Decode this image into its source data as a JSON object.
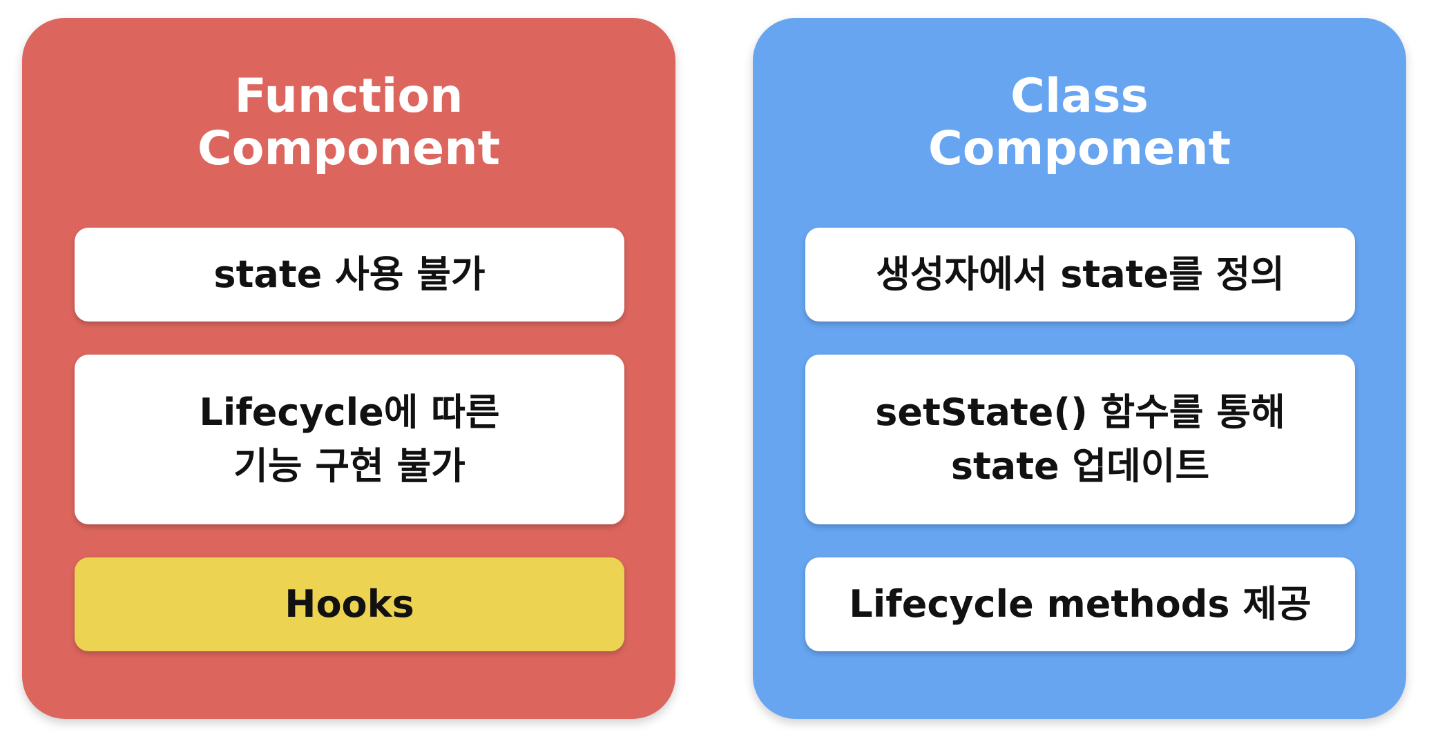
{
  "colors": {
    "function_panel": "#DC665E",
    "class_panel": "#67A5F1",
    "card_default": "#FFFFFF",
    "card_highlight": "#EDD352",
    "title_text": "#FFFFFF",
    "card_text": "#111111"
  },
  "function_component": {
    "title_line1": "Function",
    "title_line2": "Component",
    "cards": [
      {
        "lines": [
          "state 사용 불가"
        ],
        "highlight": false
      },
      {
        "lines": [
          "Lifecycle에 따른",
          "기능 구현 불가"
        ],
        "highlight": false
      },
      {
        "lines": [
          "Hooks"
        ],
        "highlight": true
      }
    ]
  },
  "class_component": {
    "title_line1": "Class",
    "title_line2": "Component",
    "cards": [
      {
        "lines": [
          "생성자에서 state를 정의"
        ],
        "highlight": false
      },
      {
        "lines": [
          "setState() 함수를 통해",
          "state 업데이트"
        ],
        "highlight": false
      },
      {
        "lines": [
          "Lifecycle methods 제공"
        ],
        "highlight": false
      }
    ]
  }
}
